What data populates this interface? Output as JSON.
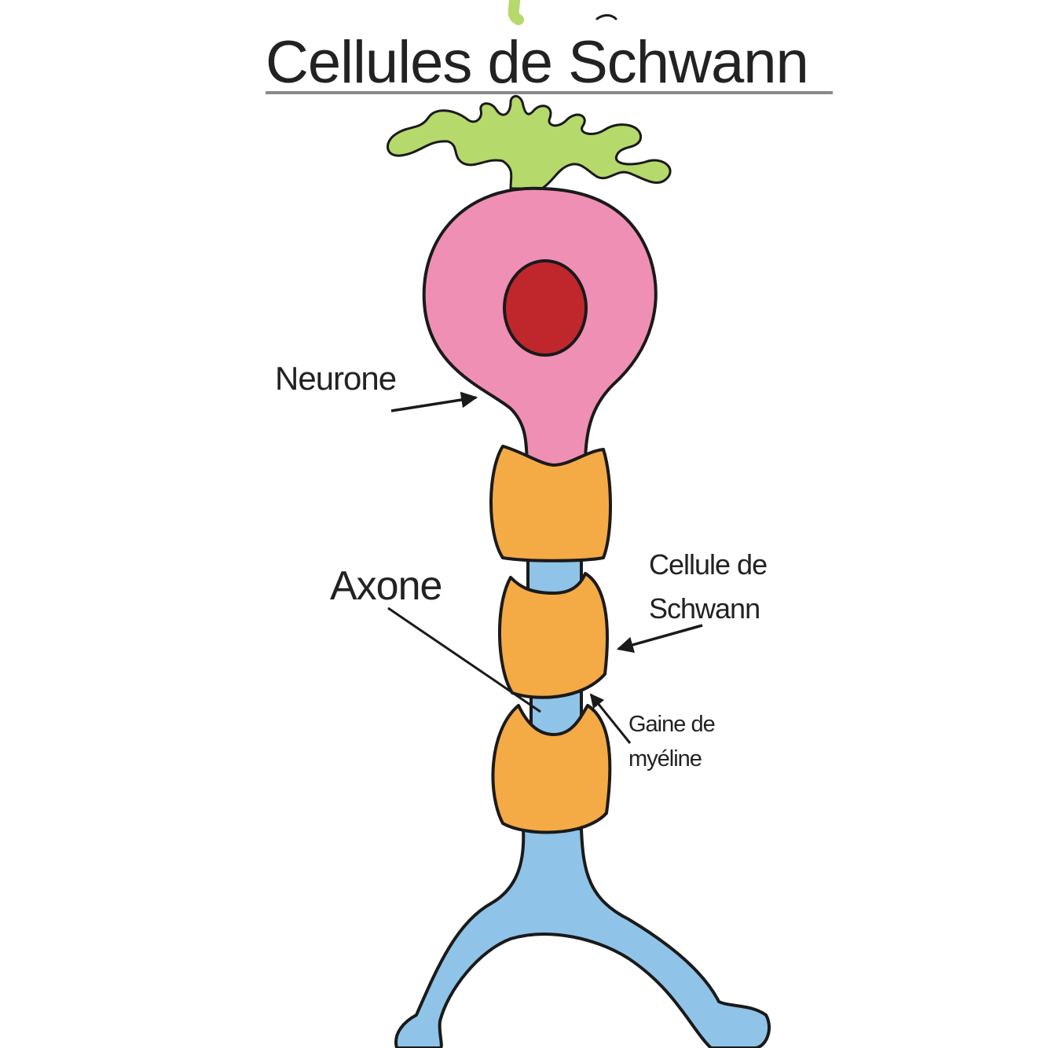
{
  "title": "Cellules de Schwann",
  "labels": {
    "neurone": "Neurone",
    "axone": "Axone",
    "schwann_line1": "Cellule de",
    "schwann_line2": "Schwann",
    "gaine_line1": "Gaine de",
    "gaine_line2": "myéline"
  },
  "colors": {
    "dendrites": "#b5d96b",
    "cell_body": "#ef8fb4",
    "nucleus": "#c0272d",
    "schwann_cell": "#f4aa45",
    "axon": "#8fc3e8",
    "outline": "#1a1a1a"
  }
}
